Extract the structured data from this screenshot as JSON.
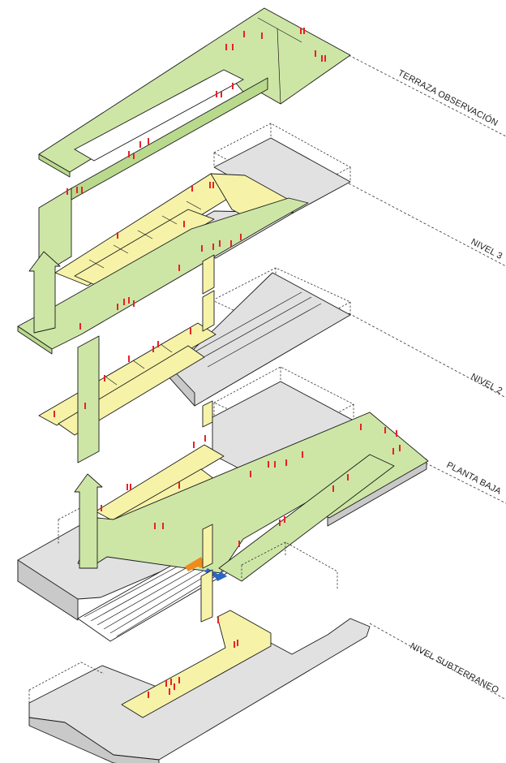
{
  "levels": [
    {
      "key": "terraza",
      "label": "TERRAZA OBSERVACIÓN"
    },
    {
      "key": "nivel3",
      "label": "NIVEL 3"
    },
    {
      "key": "nivel2",
      "label": "NIVEL 2"
    },
    {
      "key": "planta_baja",
      "label": "PLANTA BAJA"
    },
    {
      "key": "subterraneo",
      "label": "NIVEL SUBTERRANEO"
    }
  ],
  "colors": {
    "ramp_green": "#cde6a6",
    "circulation_yellow": "#f6f3a8",
    "volume_gray": "#e1e1e1",
    "people_red": "#e8202a",
    "arrow_orange": "#f08a1c",
    "arrow_blue": "#2a66c8"
  }
}
